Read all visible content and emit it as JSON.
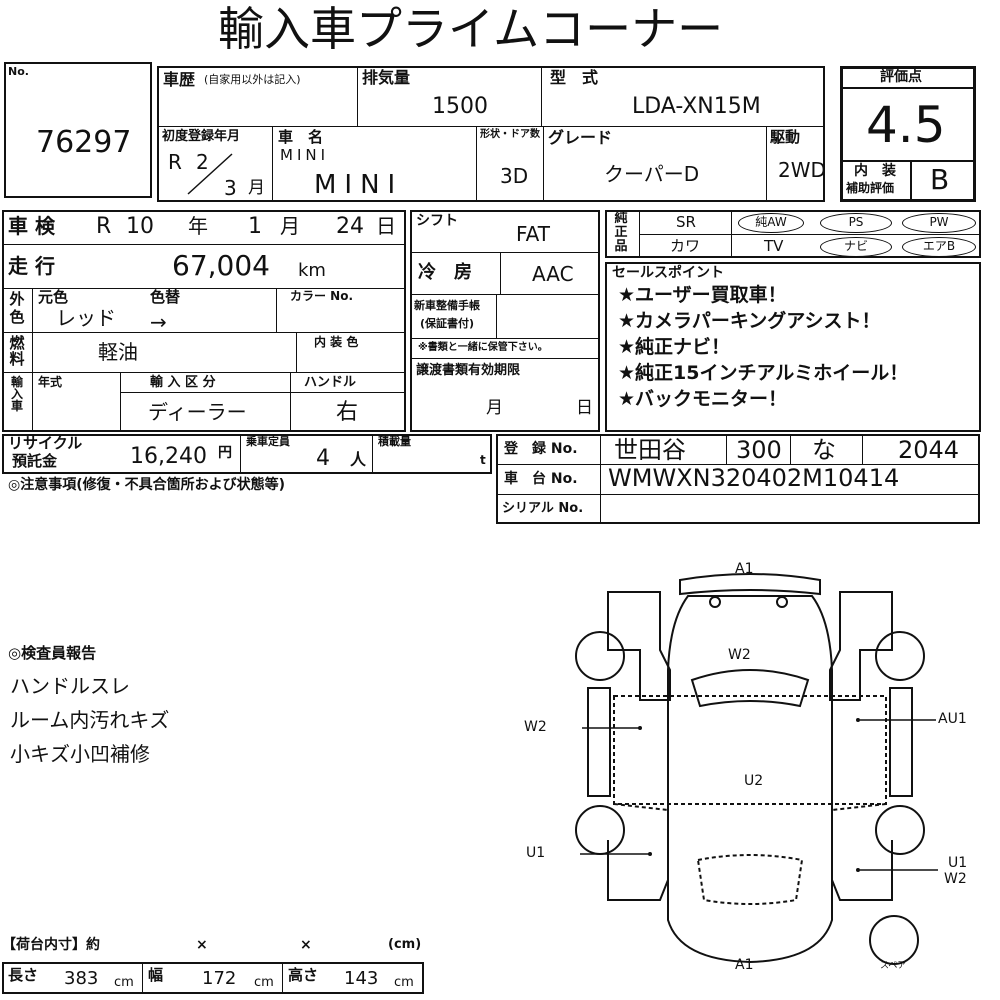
{
  "title": "輸入車プライムコーナー",
  "no": {
    "label": "No.",
    "value": "76297"
  },
  "history": {
    "label": "車歴",
    "sub": "(自家用以外は記入)"
  },
  "displacement": {
    "label": "排気量",
    "value": "1500"
  },
  "model": {
    "label": "型　式",
    "value": "LDA-XN15M"
  },
  "rating": {
    "label": "評価点",
    "value": "4.5",
    "interior_label": "内　装",
    "interior_sub": "補助評価",
    "interior_value": "B"
  },
  "first_reg": {
    "label": "初度登録年月",
    "era": "R",
    "year": "2",
    "month": "3",
    "month_unit": "月"
  },
  "car_name": {
    "label": "車　名",
    "small": "MINI",
    "value": "MINI"
  },
  "body": {
    "label": "形状・ドア数",
    "value": "3D"
  },
  "grade": {
    "label": "グレード",
    "value": "クーパーD"
  },
  "drive": {
    "label": "駆動",
    "value": "2WD"
  },
  "inspection": {
    "label": "車 検",
    "era": "R",
    "year": "10",
    "year_unit": "年",
    "month": "1",
    "month_unit": "月",
    "day": "24",
    "day_unit": "日"
  },
  "shift": {
    "label": "シフト",
    "value": "FAT"
  },
  "mileage": {
    "label": "走 行",
    "value": "67,004",
    "unit": "km"
  },
  "ac": {
    "label": "冷　房",
    "value": "AAC"
  },
  "color": {
    "label_a": "外",
    "label_b": "色",
    "orig_label": "元色",
    "change_label": "色替",
    "value": "レッド",
    "arrow": "→",
    "color_no_label": "カラー No."
  },
  "warranty": {
    "label_a": "新車整備手帳",
    "label_b": "(保証書付)",
    "note": "※書類と一緒に保管下さい。"
  },
  "fuel": {
    "label_a": "燃",
    "label_b": "料",
    "value": "軽油",
    "interior_color_label": "内 装 色"
  },
  "equipment": {
    "label": "純正品",
    "items": [
      "SR",
      "純AW",
      "PS",
      "PW",
      "カワ",
      "TV",
      "ナビ",
      "エアB"
    ]
  },
  "sales_points": {
    "label": "セールスポイント",
    "items": [
      "★ユーザー買取車！",
      "★カメラパーキングアシスト！",
      "★純正ナビ！",
      "★純正15インチアルミホイール！",
      "★バックモニター！"
    ]
  },
  "import": {
    "side_label": "輸入車",
    "year_label": "年式",
    "class_label": "輸 入 区 分",
    "class_value": "ディーラー",
    "handle_label": "ハンドル",
    "handle_value": "右"
  },
  "transfer": {
    "label": "譲渡書類有効期限",
    "month_unit": "月",
    "day_unit": "日"
  },
  "recycle": {
    "label_a": "リサイクル",
    "label_b": "預託金",
    "value": "16,240",
    "unit": "円"
  },
  "capacity": {
    "label": "乗車定員",
    "value": "4",
    "unit": "人"
  },
  "load": {
    "label": "積載量",
    "unit": "t"
  },
  "registration": {
    "label": "登　録 No.",
    "area": "世田谷",
    "class": "300",
    "kana": "な",
    "number": "2044"
  },
  "chassis": {
    "label": "車　台 No.",
    "value": "WMWXN320402M10414"
  },
  "serial": {
    "label": "シリアル No."
  },
  "notes": {
    "label": "◎注意事項(修復・不具合箇所および状態等)"
  },
  "inspector": {
    "label": "◎検査員報告",
    "lines": [
      "ハンドルスレ",
      "ルーム内汚れキズ",
      "小キズ小凹補修"
    ]
  },
  "diagram": {
    "top": "A1",
    "bottom": "A1",
    "hood": "W2",
    "roof": "U2",
    "left_front": "W2",
    "right_front": "AU1",
    "left_rear": "U1",
    "right_rear_1": "U1",
    "right_rear_2": "W2",
    "spare": "スペア"
  },
  "cargo": {
    "title": "【荷台内寸】約",
    "x1": "×",
    "x2": "×",
    "unit": "(cm)",
    "length_label": "長さ",
    "length": "383",
    "width_label": "幅",
    "width": "172",
    "height_label": "高さ",
    "height": "143",
    "cm": "cm"
  }
}
